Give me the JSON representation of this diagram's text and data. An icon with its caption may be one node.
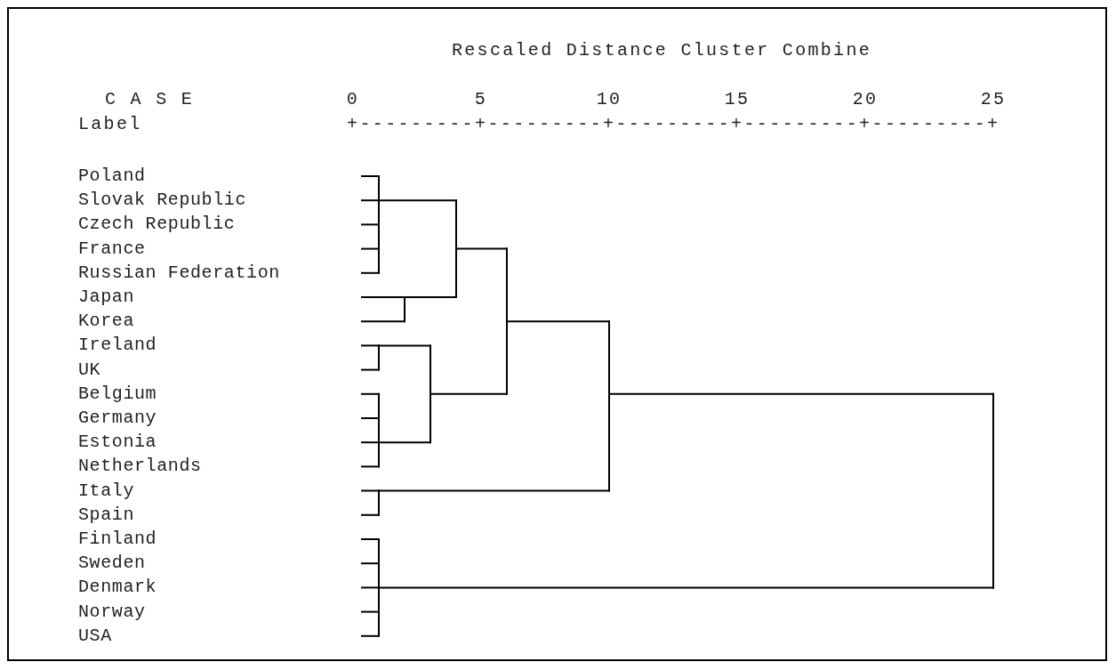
{
  "diagram": {
    "title": "Rescaled Distance Cluster Combine",
    "labels": [
      "C A S E",
      "0",
      "5",
      "10",
      "15",
      "20",
      "25",
      "Label",
      "+---------+---------+---------+---------+---------+",
      "Poland",
      "Slovak Republic",
      "Czech Republic",
      "France",
      "Russian Federation",
      "Japan",
      "Korea",
      "Ireland",
      "UK",
      "Belgium",
      "Germany",
      "Estonia",
      "Netherlands",
      "Italy",
      "Spain",
      "Finland",
      "Sweden",
      "Denmark",
      "Norway",
      "USA"
    ]
  }
}
